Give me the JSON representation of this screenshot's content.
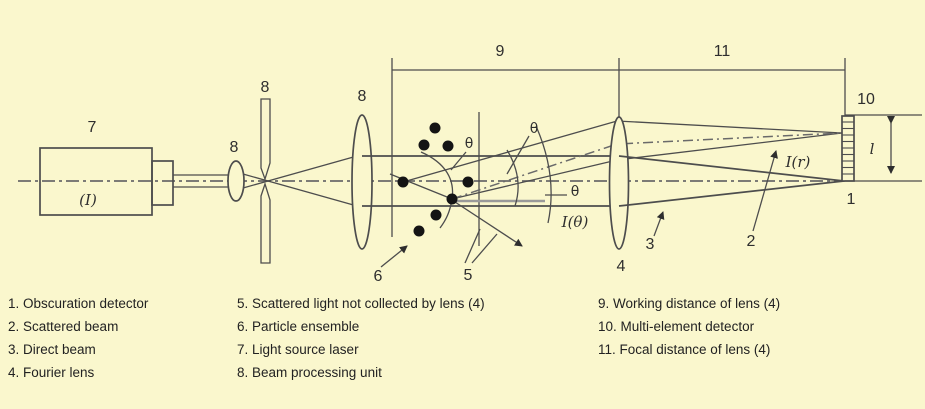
{
  "figure": {
    "description": "Optical schematic of a laser diffraction particle size analyzer",
    "colors": {
      "background": "#faf7cd",
      "line": "#4d4d4d",
      "axis": "#6a6a6a",
      "particle": "#141414",
      "text": "#2e2e2e"
    }
  },
  "diagram": {
    "labels": {
      "n1": "1",
      "n2": "2",
      "n3": "3",
      "n4": "4",
      "n5": "5",
      "n6": "6",
      "n7": "7",
      "n8a": "8",
      "n8b": "8",
      "n8c": "8",
      "n9": "9",
      "n10": "10",
      "n11": "11",
      "laser_intensity": "(I)",
      "theta1": "θ",
      "theta2": "θ",
      "theta3": "θ",
      "i_theta": "I(θ)",
      "i_r": "I(r)",
      "detector_height": "l"
    }
  },
  "legend": {
    "columns": [
      {
        "items": [
          "1. Obscuration detector",
          "2. Scattered beam",
          "3. Direct beam",
          "4. Fourier lens"
        ]
      },
      {
        "items": [
          "5. Scattered light not collected by lens (4)",
          "6. Particle ensemble",
          "7. Light source laser",
          "8. Beam processing unit"
        ]
      },
      {
        "items": [
          "9. Working distance of lens (4)",
          "10. Multi-element detector",
          "11. Focal distance of lens (4)"
        ]
      }
    ]
  }
}
